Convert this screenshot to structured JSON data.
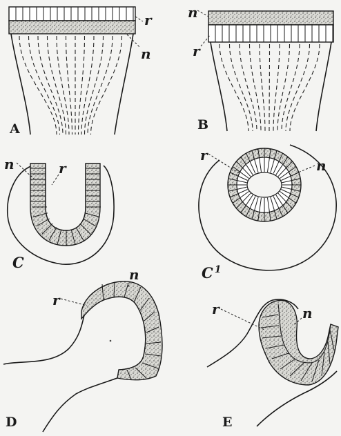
{
  "figure": {
    "panels": [
      {
        "key": "A",
        "label": "A"
      },
      {
        "key": "B",
        "label": "B"
      },
      {
        "key": "C",
        "label": "C"
      },
      {
        "key": "C1",
        "label": "C",
        "sup": "1"
      },
      {
        "key": "D",
        "label": "D"
      },
      {
        "key": "E",
        "label": "E"
      }
    ],
    "layer_labels": {
      "retina": "r",
      "nerve": "n"
    }
  },
  "colors": {
    "ink": "#1a1a1a",
    "paper": "#f4f4f2",
    "stipple": "#8a8a8a"
  }
}
